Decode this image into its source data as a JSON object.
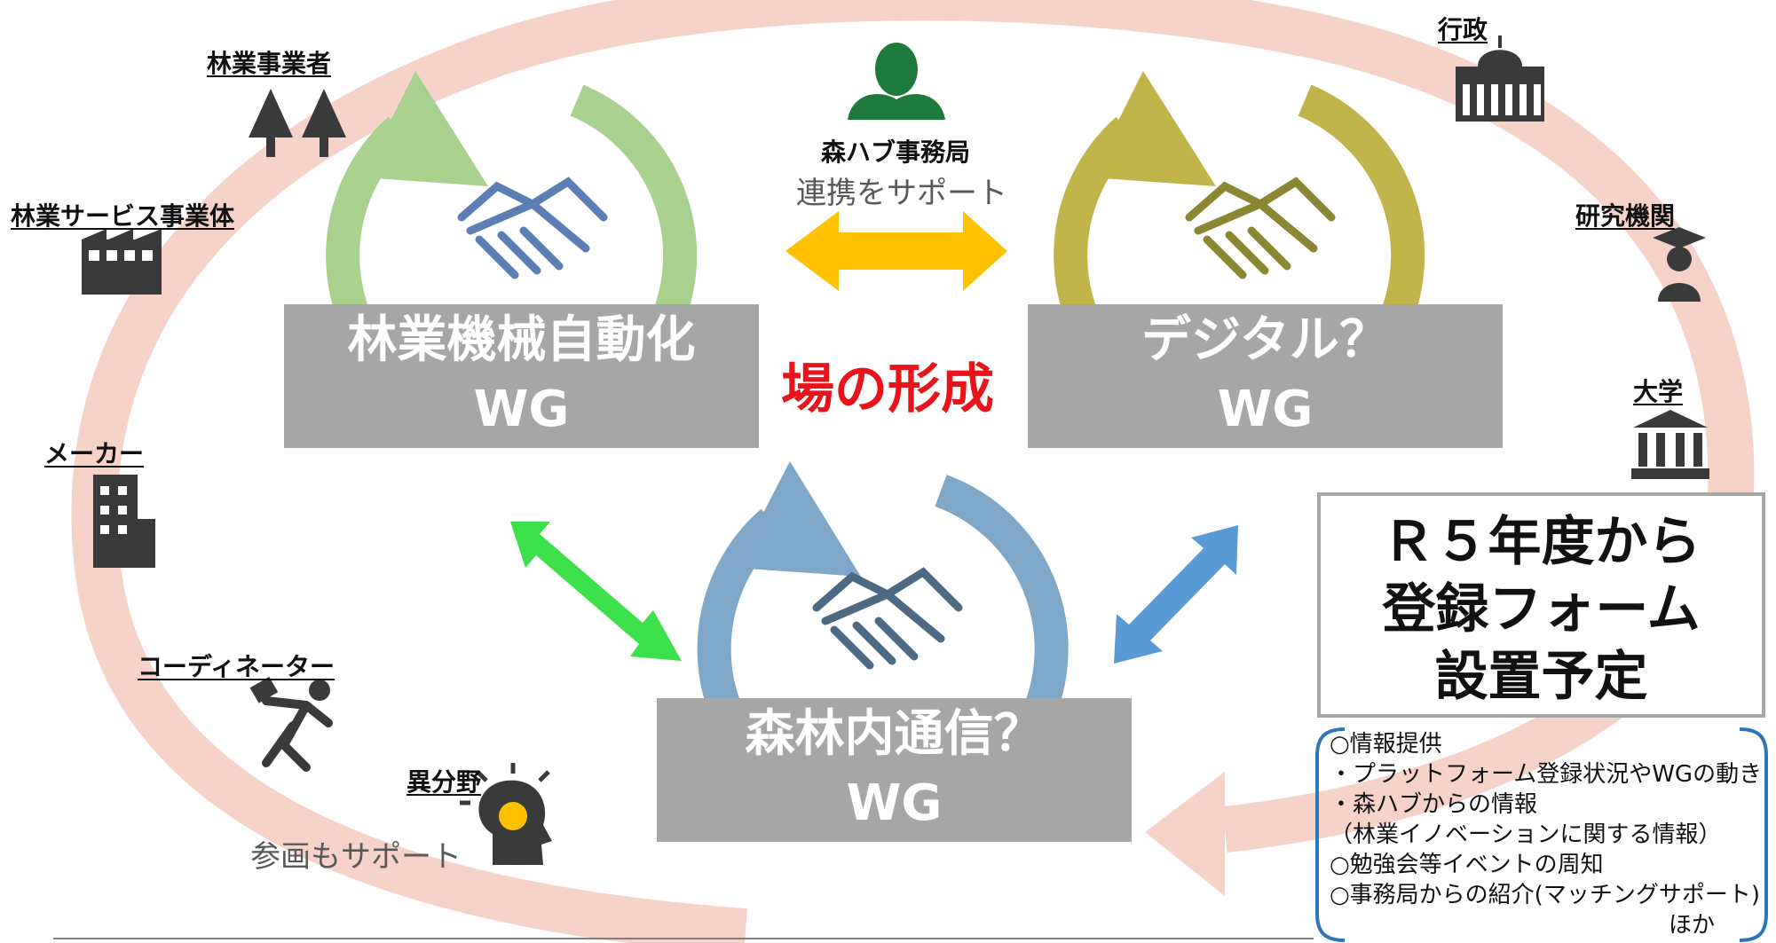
{
  "stakeholders": {
    "forestry_operator": "林業事業者",
    "forestry_service": "林業サービス事業体",
    "maker": "メーカー",
    "coordinator": "コーディネーター",
    "other_fields": "異分野",
    "government": "行政",
    "research": "研究機関",
    "university": "大学"
  },
  "support_participation": "参画もサポート",
  "hub": {
    "title": "森ハブ事務局",
    "subtitle": "連携をサポート"
  },
  "field_formation": "場の形成",
  "wg": {
    "automation": {
      "line1": "林業機械自動化",
      "line2": "WG"
    },
    "digital": {
      "line1": "デジタル？",
      "line2": "WG"
    },
    "comm": {
      "line1": "森林内通信？",
      "line2": "WG"
    }
  },
  "r5": {
    "line1": "Ｒ５年度から",
    "line2": "登録フォーム",
    "line3": "設置予定"
  },
  "info": {
    "l1": "○情報提供",
    "l2": "・プラットフォーム登録状況やWGの動き",
    "l3": "・森ハブからの情報",
    "l4": "（林業イノベーションに関する情報）",
    "l5": "○勉強会等イベントの周知",
    "l6": "○事務局からの紹介(マッチングサポート)",
    "l7": "ほか"
  },
  "colors": {
    "outer_ring": "#f6d2c8",
    "green_ring": "#a9d18e",
    "olive_ring": "#c0b44a",
    "blue_ring": "#7fa7c8",
    "wg_box": "#a6a6a6",
    "gold_arrow": "#ffc000",
    "green_arrow": "#3be04a",
    "blue_arrow": "#5b9bd5",
    "hub_person": "#1e7a3a",
    "field_text": "#e8141a"
  },
  "icons": [
    "trees-icon",
    "building-icon",
    "office-icon",
    "running-person-icon",
    "lightbulb-head-icon",
    "capitol-icon",
    "graduate-icon",
    "bank-icon",
    "person-icon",
    "handshake-icon"
  ]
}
